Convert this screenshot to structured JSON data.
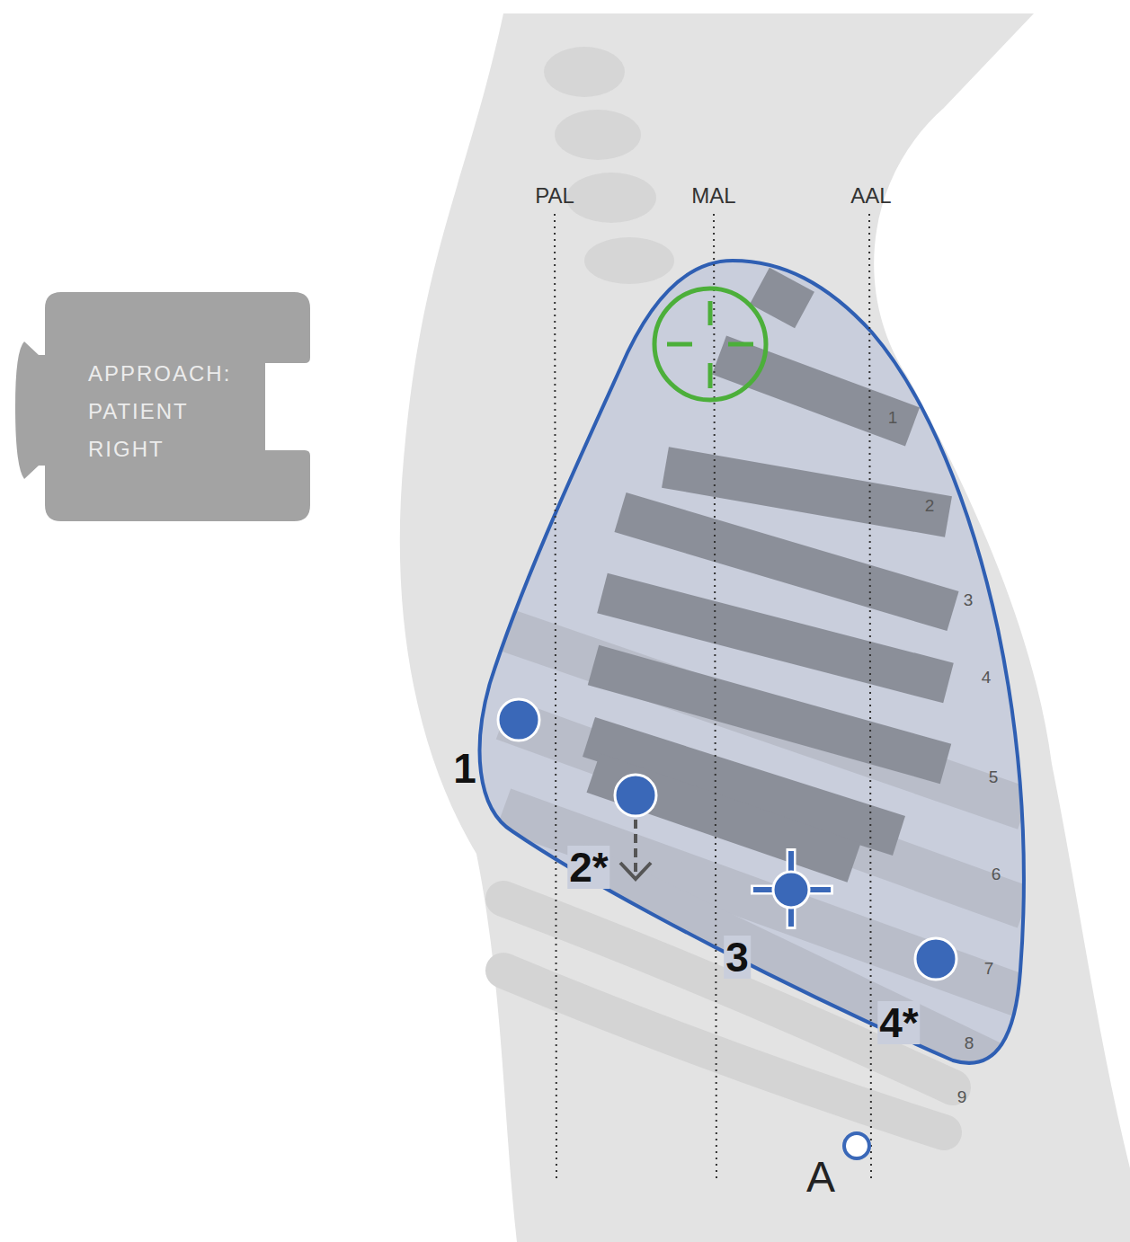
{
  "diagram": {
    "nodes": [
      {
        "text": [
          "APPROACH: PATIENT RIGHT"
        ]
      }
    ],
    "labels": [
      "PAL",
      "MAL",
      "AAL",
      "1",
      "2",
      "3",
      "4",
      "5",
      "6",
      "7",
      "8",
      "9",
      "1",
      "2*",
      "3",
      "4*",
      "A"
    ]
  }
}
